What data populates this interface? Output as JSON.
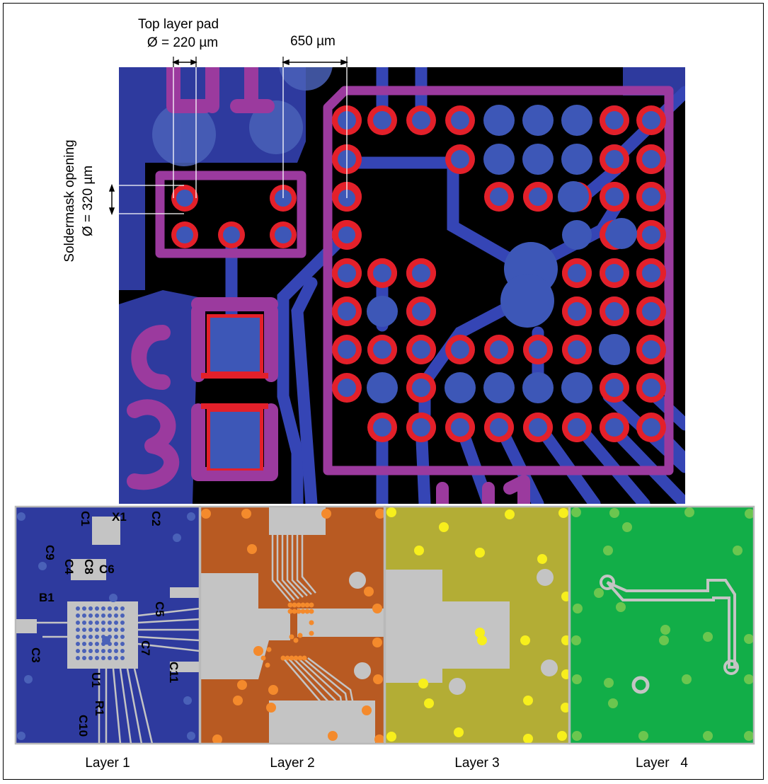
{
  "annotations": {
    "top_pad_line1": "Top layer pad",
    "top_pad_line2": "Ø = 220 µm",
    "pitch": "650 µm",
    "soldermask_line1": "Soldermask opening",
    "soldermask_line2": "Ø = 320 µm"
  },
  "silkscreen": {
    "b1": "B1",
    "c3": "C3",
    "u1": "U1",
    "layer1_refs": [
      "X1",
      "C2",
      "C1",
      "C8",
      "C9",
      "C4",
      "B1",
      "C3",
      "C5",
      "C6",
      "C7",
      "C11",
      "U1",
      "R1",
      "C10"
    ]
  },
  "captions": {
    "layer1": "Layer 1",
    "layer2": "Layer 2",
    "layer3": "Layer 3",
    "layer4": "Layer   4"
  },
  "colors": {
    "board_blue": "#2e3a9e",
    "trace_blue": "#3545b5",
    "pad_blue": "#3d57b7",
    "soldermask_red": "#e3202a",
    "silkscreen_magenta": "#9b3a9e",
    "layer2_copper": "#b85a22",
    "layer3_copper": "#b3ad35",
    "layer4_copper": "#12ae48",
    "void_grey": "#c4c4c4"
  }
}
